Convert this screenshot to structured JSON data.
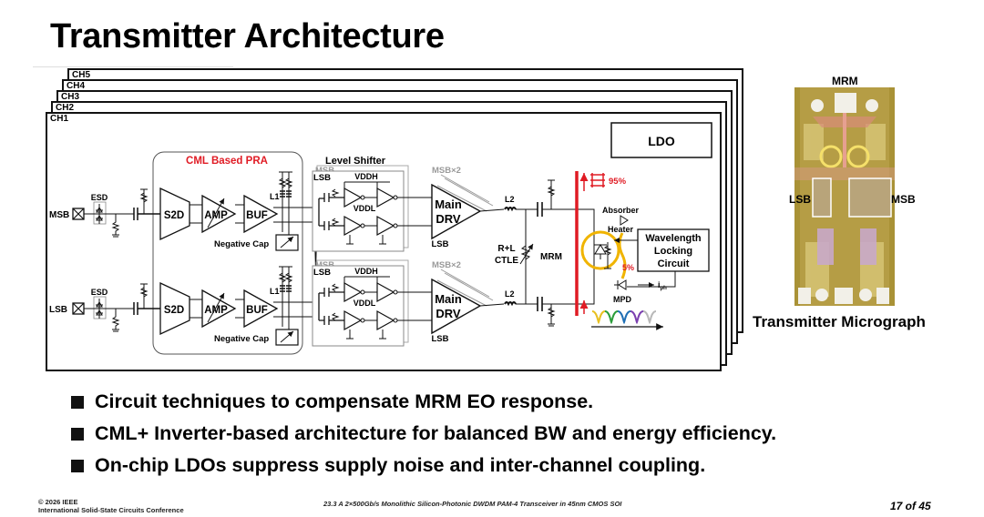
{
  "slide": {
    "title": "Transmitter Architecture",
    "page": "17 of 45"
  },
  "channels": [
    "CH5",
    "CH4",
    "CH3",
    "CH2",
    "CH1"
  ],
  "diagram": {
    "pra_label": "CML Based PRA",
    "level_shifter_label": "Level Shifter",
    "ldo_label": "LDO",
    "inputs": [
      "MSB",
      "LSB"
    ],
    "esd_label": "ESD",
    "s2d_label": "S2D",
    "amp_label": "AMP",
    "buf_label": "BUF",
    "l1_label": "L1",
    "l2_label": "L2",
    "neg_cap_label": "Negative Cap",
    "ls_msb_ghost": "MSB",
    "ls_lsb": "LSB",
    "vddh": "VDDH",
    "vddl": "VDDL",
    "msbx2": "MSB×2",
    "main_drv_line1": "Main",
    "main_drv_line2": "DRV",
    "drv_lsb": "LSB",
    "ctle_line1": "R+L",
    "ctle_line2": "CTLE",
    "mrm": "MRM",
    "pct_95": "95%",
    "pct_5": "5%",
    "absorber": "Absorber",
    "heater": "Heater",
    "wl_line1": "Wavelength",
    "wl_line2": "Locking",
    "wl_line3": "Circuit",
    "mpd": "MPD",
    "iph": "i",
    "iph_sub": "ph",
    "colors": {
      "accent_red": "#e01b24",
      "ring_yellow": "#f0b400",
      "ghost_gray": "#9a9a9a",
      "spectrum": [
        "#e8c020",
        "#2a9d3a",
        "#1f6fb5",
        "#7b3fb0",
        "#b8b8b8"
      ]
    }
  },
  "micrograph": {
    "labels": {
      "top": "MRM",
      "left": "LSB",
      "right": "MSB"
    },
    "caption": "Transmitter Micrograph"
  },
  "bullets": [
    "Circuit techniques to compensate MRM EO response.",
    "CML+ Inverter-based architecture for balanced BW and energy efficiency.",
    "On-chip LDOs suppress supply noise and inter-channel coupling."
  ],
  "footer": {
    "copyright": "© 2026 IEEE",
    "conference": "International Solid-State Circuits Conference",
    "paper": "23.3 A 2×500Gb/s Monolithic Silicon-Photonic DWDM PAM-4 Transceiver in 45nm CMOS SOI"
  }
}
